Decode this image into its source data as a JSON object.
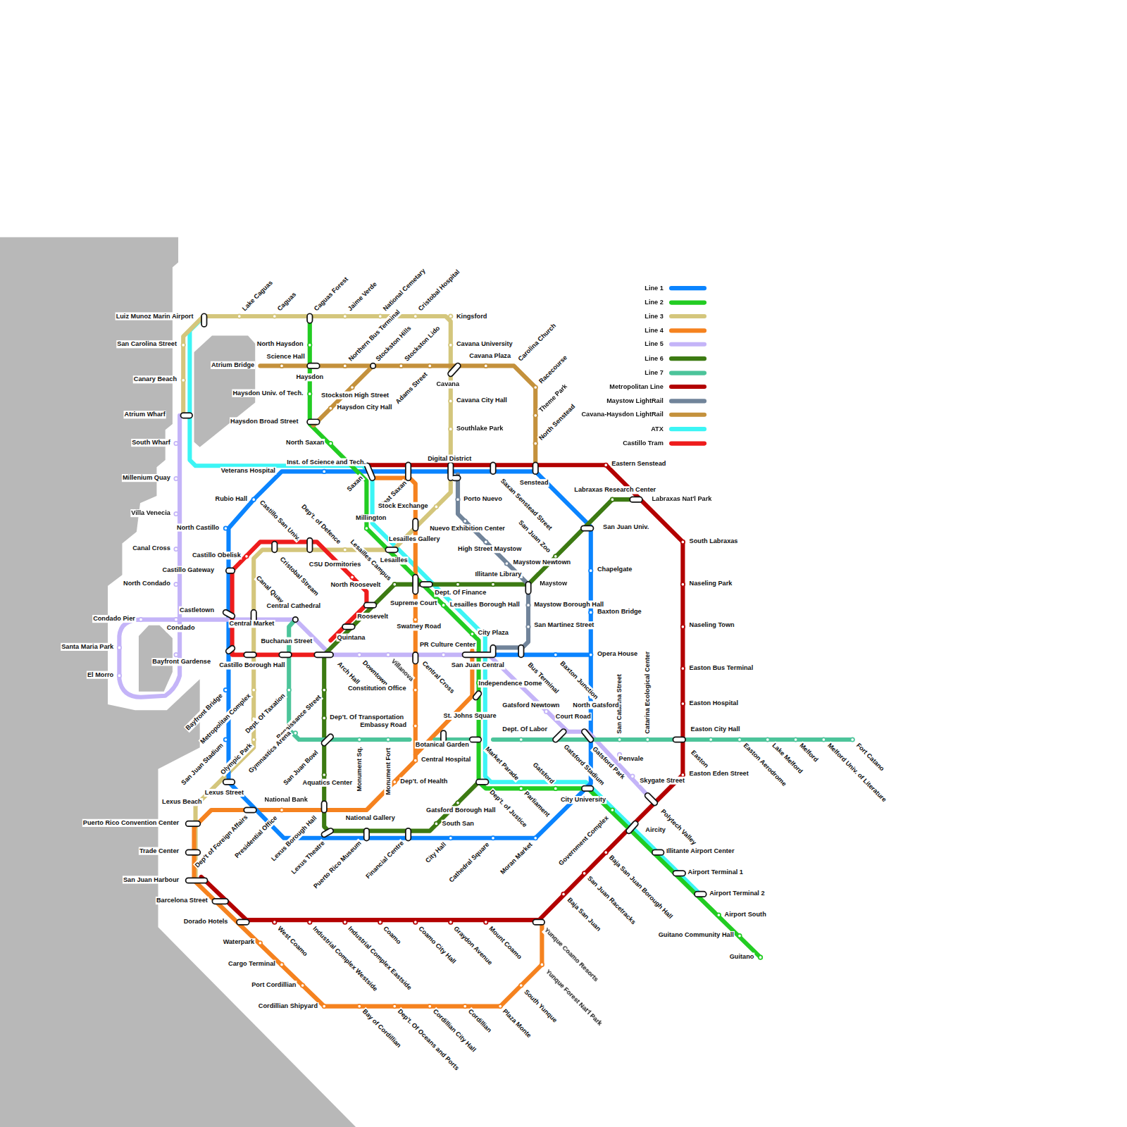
{
  "diagram": {
    "labels": [
      "Luiz Munoz Marin Airport",
      "Lake Caguas",
      "Caguas",
      "Caguas Forest",
      "Jaime Verde",
      "National Cemetary",
      "Cristobal Hospital",
      "Kingsford",
      "San Carolina Street",
      "Canary Beach",
      "Atrium Wharf",
      "South Wharf",
      "Millenium Quay",
      "Villa Venecia",
      "Canal Cross",
      "North Condado",
      "Condado Pier",
      "Santa Maria Park",
      "El Morro",
      "Castletown",
      "Condado",
      "Bayfront Gardense",
      "North Haysdon",
      "Atrium Bridge",
      "Science Hall",
      "Haysdon",
      "Northern Bus Terminal",
      "Stockston Hills",
      "Stockston Lido",
      "Cavana University",
      "Cavana Plaza",
      "Carolina Church",
      "Cavana",
      "Adams Street",
      "Stockston High Street",
      "Haysdon Univ. of Tech.",
      "Haysdon City Hall",
      "Racecourse",
      "Cavana City Hall",
      "Theme Park",
      "Haysdon Broad Street",
      "Southlake Park",
      "North Senstead",
      "North Saxan",
      "Inst. of Science and Tech.",
      "Digital District",
      "Eastern Senstead",
      "Veterans Hospital",
      "Saxan",
      "East Saxan",
      "Senstead",
      "Saxan Senstead Street",
      "Rubio Hall",
      "Castillo San Univ.",
      "Porto Nuevo",
      "Labraxas Research Center",
      "Labraxas Nat'l Park",
      "Dep't. of Defence",
      "Stock Exchange",
      "Millington",
      "San Juan Zoo",
      "North Castillo",
      "Nuevo Exhibition Center",
      "San Juan Univ.",
      "Lesailles Gallery",
      "Lesailles Campus",
      "South Labraxas",
      "High Street Maystow",
      "Castillo Obelisk",
      "Cristobal Stream",
      "Lesailles",
      "Maystow Newtown",
      "CSU Dormitories",
      "Castillo Gateway",
      "Chapelgate",
      "Canal Quay",
      "Illitante Library",
      "Maystow",
      "Naseling Park",
      "North Roosevelt",
      "Dept. Of Finance",
      "Supreme Court",
      "Lesailles Borough Hall",
      "Maystow Borough Hall",
      "Central Cathedral",
      "Baxton Bridge",
      "Roosevelt",
      "Central Market",
      "San Martinez Street",
      "Naseling Town",
      "Swatney Road",
      "City Plaza",
      "Quintana",
      "Buchanan Street",
      "PR Culture Center",
      "Opera House",
      "Castillo Borough Hall",
      "Arch Hall",
      "Downtown",
      "Villanova",
      "Central Cross",
      "San Juan Central",
      "Bus Terminal",
      "Baxton Junction",
      "San Catarina Street",
      "Catarina Ecological Center",
      "Easton Bus Terminal",
      "Independence Dome",
      "Constitution Office",
      "Bayfront Bridge",
      "Metropolitan Complex",
      "Dept. Of Taxation",
      "Renaissance Street",
      "Easton Hospital",
      "Gatsford Newtown",
      "North Gatsford",
      "St. Johns Square",
      "Court Road",
      "Dep't. Of Transportation",
      "Embassy Road",
      "Dept. Of Labor",
      "Easton City Hall",
      "Gymnastics Arena",
      "San Juan Stadium",
      "Olympic Park",
      "Botanical Garden",
      "San Juan Bowl",
      "Monument Sq.",
      "Monument Fort",
      "Market Parade",
      "Gatsford Stadium",
      "Gatsford Park",
      "Easton",
      "Easton Aerodrome",
      "Lake Melford",
      "Melford",
      "Melford Univ. of Literature",
      "Fort Catano",
      "Penvale",
      "Central Hospital",
      "Gatsford",
      "Easton Eden Street",
      "Skygate Street",
      "Aquatics Center",
      "Dep't. of Health",
      "Lexus Street",
      "Dep't. of Justice",
      "Parliament",
      "National Bank",
      "City University",
      "Lexus Beach",
      "Polytech Valley",
      "Gatsford Borough Hall",
      "Dep't of Foreign Affairs",
      "Presidential Office",
      "Lexus Borough Hall",
      "National Gallery",
      "Government Complex",
      "Puerto Rico Convention Center",
      "South San",
      "Aircity",
      "Lexus Theatre",
      "Puerto Rico Museum",
      "Financial Centre",
      "City Hall",
      "Cathedral Square",
      "Moran Market",
      "Trade Center",
      "Illitante Airport Center",
      "Baja San Juan Borough Hall",
      "Airport Terminal 1",
      "San Juan Racetracks",
      "San Juan Harbour",
      "Airport Terminal 2",
      "Baja San Juan",
      "Barcelona Street",
      "Airport South",
      "Dorado Hotels",
      "West Coamo",
      "Industrial Complex Westside",
      "Industrial Complex Eastside",
      "Coamo",
      "Coamo City Hall",
      "Graydon Avenue",
      "Mount Coamo",
      "Yunque Coamo Resorts",
      "Guitano Community Hall",
      "Waterpark",
      "Guitano",
      "Cargo Terminal",
      "Yunque Forest Nat'l Park",
      "Port Cordillian",
      "South Yunque",
      "Cordillian Shipyard",
      "Bay of Cordillian",
      "Dep't. Of Oceans and Ports",
      "Cordillian City Hall",
      "Cordillian",
      "Plaza Monte"
    ],
    "legend": [
      {
        "text": "Line 1",
        "color": "#0a84ff"
      },
      {
        "text": "Line 2",
        "color": "#22cc22"
      },
      {
        "text": "Line 3",
        "color": "#d4c67c"
      },
      {
        "text": "Line 4",
        "color": "#f5821f"
      },
      {
        "text": "Line 5",
        "color": "#c4b4f8"
      },
      {
        "text": "Line 6",
        "color": "#3c7a12"
      },
      {
        "text": "Line 7",
        "color": "#4cc49a"
      },
      {
        "text": "Metropolitan Line",
        "color": "#b30000"
      },
      {
        "text": "Maystow LightRail",
        "color": "#71849a"
      },
      {
        "text": "Cavana-Haysdon LightRail",
        "color": "#c4913c"
      },
      {
        "text": "ATX",
        "color": "#3cf5f5"
      },
      {
        "text": "Castillo Tram",
        "color": "#ee1c1c"
      }
    ]
  }
}
